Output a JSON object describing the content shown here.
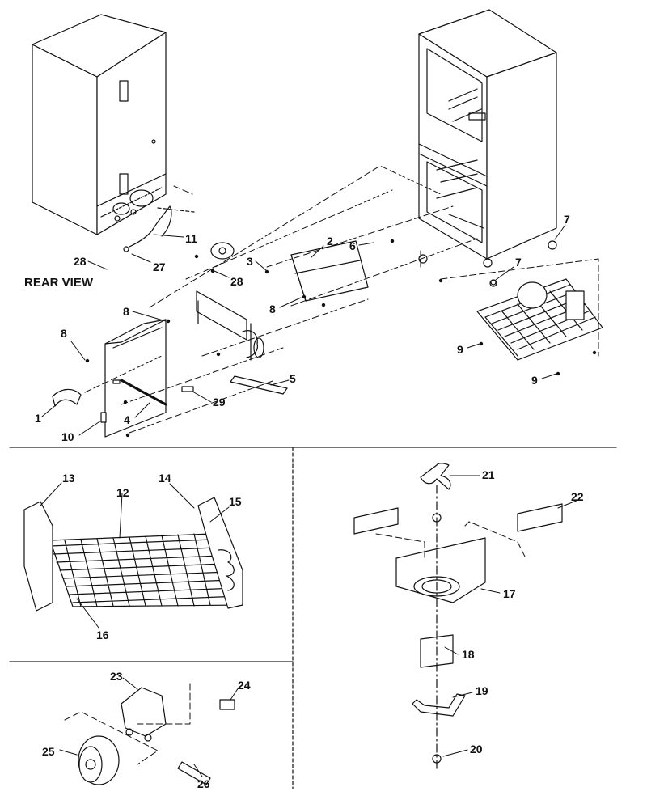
{
  "diagram": {
    "view_caption": "REAR VIEW",
    "callouts": [
      {
        "id": "c1",
        "text": "1"
      },
      {
        "id": "c2",
        "text": "2"
      },
      {
        "id": "c3",
        "text": "3"
      },
      {
        "id": "c4",
        "text": "4"
      },
      {
        "id": "c5",
        "text": "5"
      },
      {
        "id": "c6",
        "text": "6"
      },
      {
        "id": "c7a",
        "text": "7"
      },
      {
        "id": "c7b",
        "text": "7"
      },
      {
        "id": "c8a",
        "text": "8"
      },
      {
        "id": "c8b",
        "text": "8"
      },
      {
        "id": "c8c",
        "text": "8"
      },
      {
        "id": "c9a",
        "text": "9"
      },
      {
        "id": "c9b",
        "text": "9"
      },
      {
        "id": "c10",
        "text": "10"
      },
      {
        "id": "c11",
        "text": "11"
      },
      {
        "id": "c12",
        "text": "12"
      },
      {
        "id": "c13",
        "text": "13"
      },
      {
        "id": "c14",
        "text": "14"
      },
      {
        "id": "c15",
        "text": "15"
      },
      {
        "id": "c16",
        "text": "16"
      },
      {
        "id": "c17",
        "text": "17"
      },
      {
        "id": "c18",
        "text": "18"
      },
      {
        "id": "c19",
        "text": "19"
      },
      {
        "id": "c20",
        "text": "20"
      },
      {
        "id": "c21",
        "text": "21"
      },
      {
        "id": "c22",
        "text": "22"
      },
      {
        "id": "c23",
        "text": "23"
      },
      {
        "id": "c24",
        "text": "24"
      },
      {
        "id": "c25",
        "text": "25"
      },
      {
        "id": "c26",
        "text": "26"
      },
      {
        "id": "c27",
        "text": "27"
      },
      {
        "id": "c28a",
        "text": "28"
      },
      {
        "id": "c28b",
        "text": "28"
      },
      {
        "id": "c29",
        "text": "29"
      }
    ]
  }
}
